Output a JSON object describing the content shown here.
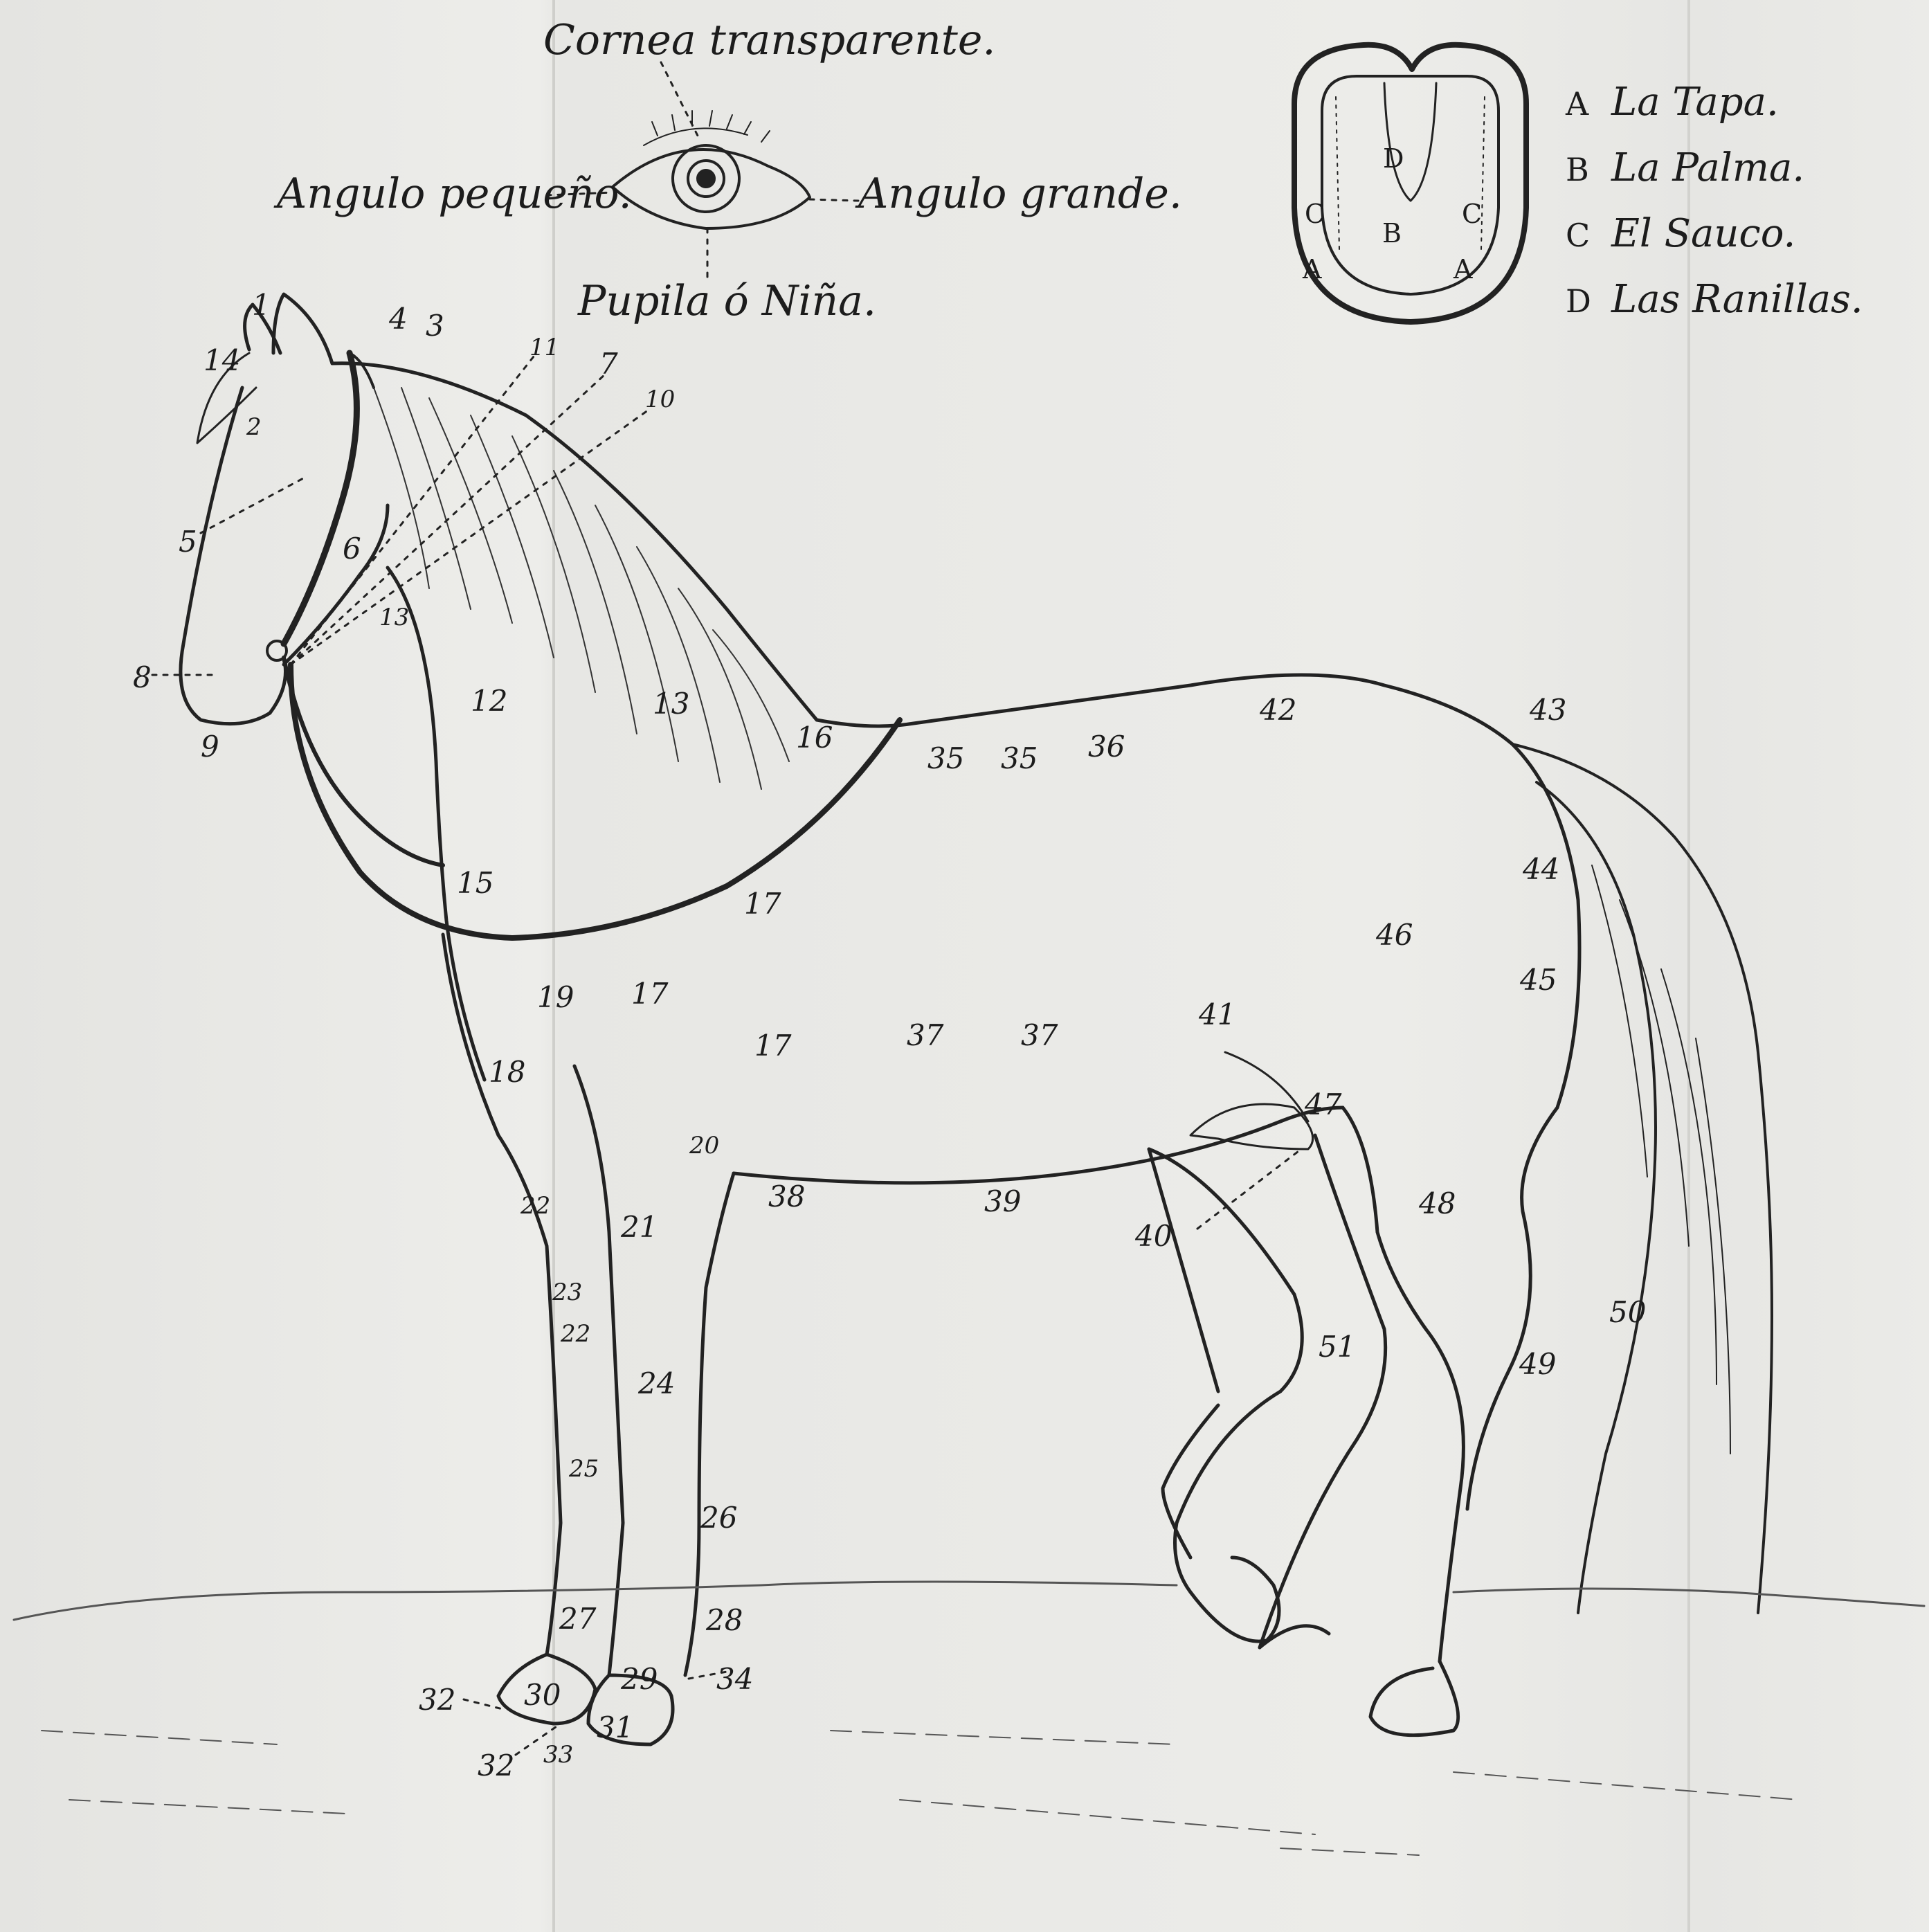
{
  "eye_labels": {
    "cornea": "Cornea transparente.",
    "small_angle": "Angulo pequeño.",
    "large_angle": "Angulo grande.",
    "pupil": "Pupila ó Niña."
  },
  "hoof": {
    "letters": [
      "A",
      "A",
      "B",
      "C",
      "C",
      "D"
    ],
    "legend": [
      {
        "key": "A",
        "text": "La Tapa."
      },
      {
        "key": "B",
        "text": "La Palma."
      },
      {
        "key": "C",
        "text": "El Sauco."
      },
      {
        "key": "D",
        "text": "Las Ranillas."
      }
    ]
  },
  "part_numbers": [
    "1",
    "14",
    "2",
    "4",
    "3",
    "11",
    "7",
    "10",
    "5",
    "6",
    "13",
    "8",
    "9",
    "12",
    "13",
    "16",
    "35",
    "35",
    "36",
    "42",
    "43",
    "15",
    "17",
    "44",
    "46",
    "45",
    "19",
    "17",
    "17",
    "37",
    "37",
    "41",
    "18",
    "47",
    "20",
    "38",
    "39",
    "22",
    "21",
    "40",
    "48",
    "23",
    "22",
    "51",
    "50",
    "24",
    "49",
    "25",
    "26",
    "27",
    "28",
    "32",
    "30",
    "29",
    "34",
    "31",
    "32",
    "33"
  ],
  "colors": {
    "paper": "#e9e9e6",
    "ink": "#1c1c1c"
  }
}
